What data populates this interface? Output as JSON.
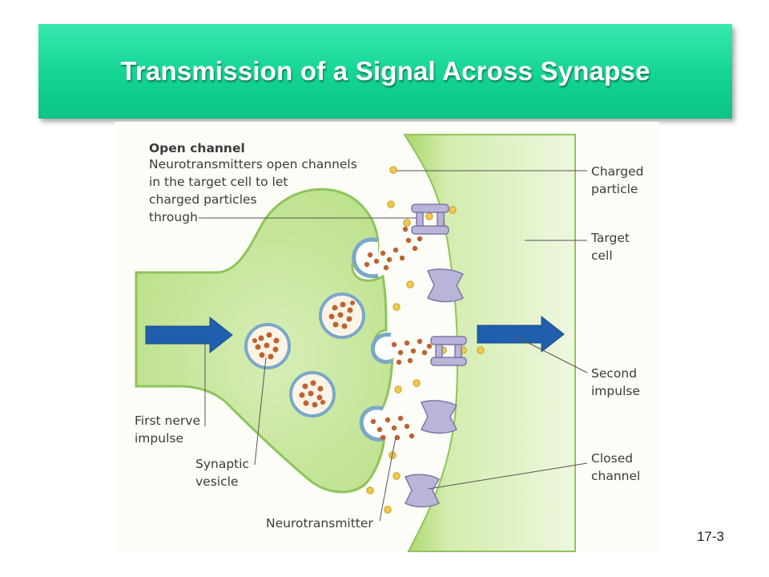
{
  "slide": {
    "title": "Transmission of a Signal Across Synapse",
    "number": "17-3"
  },
  "diagram": {
    "labels": {
      "open_channel_heading": "Open channel",
      "open_channel_desc": [
        "Neurotransmitters open channels",
        "in the target cell to let",
        "charged particles",
        "through"
      ],
      "charged_particle": [
        "Charged",
        "particle"
      ],
      "target_cell": [
        "Target",
        "cell"
      ],
      "second_impulse": [
        "Second",
        "impulse"
      ],
      "closed_channel": [
        "Closed",
        "channel"
      ],
      "first_nerve_impulse": [
        "First nerve",
        "impulse"
      ],
      "synaptic_vesicle": [
        "Synaptic",
        "vesicle"
      ],
      "neurotransmitter": "Neurotransmitter"
    },
    "colors": {
      "cell_green": "#c9e7a0",
      "membrane": "#8fc45c",
      "arrow_blue": "#1f5fae",
      "vesicle_dot": "#c0622f",
      "charged_particle": "#f2c94c",
      "channel_lavender": "#b9b5d8"
    }
  }
}
